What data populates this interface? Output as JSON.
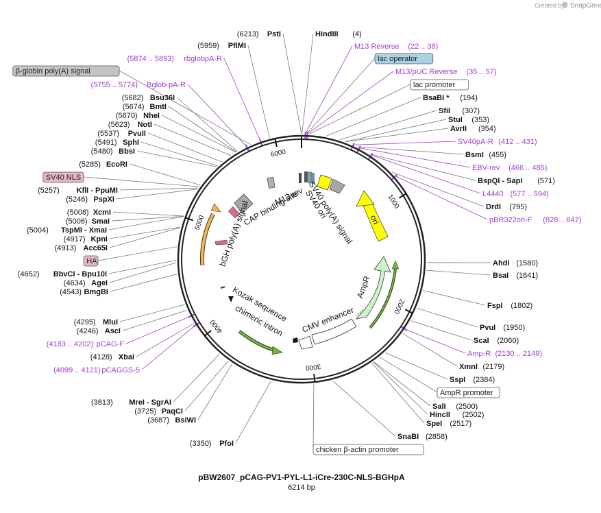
{
  "credit": {
    "prefix": "Created by",
    "brand": "SnapGene"
  },
  "plasmid": {
    "name": "pBW2607_pCAG-PV1-PYL-L1-iCre-230C-NLS-BGHpA",
    "size_label": "6214 bp",
    "length": 6214
  },
  "ticks": [
    {
      "label": "1000",
      "pos": 1000
    },
    {
      "label": "2000",
      "pos": 2000
    },
    {
      "label": "3000",
      "pos": 3000
    },
    {
      "label": "4000",
      "pos": 4000
    },
    {
      "label": "5000",
      "pos": 5000
    },
    {
      "label": "6000",
      "pos": 6000
    }
  ],
  "inner_features": [
    {
      "name": "ori",
      "label": "ori"
    },
    {
      "name": "sv40-polya-signal",
      "label": "SV40 poly(A) signal"
    },
    {
      "name": "sv40-ori",
      "label": "SV40 ori"
    },
    {
      "name": "m13-rev",
      "label": "M13 rev"
    },
    {
      "name": "cap-binding-site",
      "label": "CAP binding site"
    },
    {
      "name": "bgh-polya-signal",
      "label": "bGH poly(A) signal"
    },
    {
      "name": "kozak-sequence",
      "label": "Kozak sequence"
    },
    {
      "name": "chimeric-intron",
      "label": "chimeric intron"
    },
    {
      "name": "cmv-enhancer",
      "label": "CMV enhancer"
    },
    {
      "name": "ampr",
      "label": "AmpR"
    }
  ],
  "labels": [
    {
      "kind": "enzyme",
      "name": "PstI",
      "pos_text": "(6213)",
      "side": "L"
    },
    {
      "kind": "enzyme",
      "name": "HindIII",
      "pos_text": "(4)",
      "side": "R"
    },
    {
      "kind": "primer",
      "name": "M13 Reverse",
      "pos_text": "(22 .. 38)",
      "side": "R"
    },
    {
      "kind": "box",
      "name": "lac operator",
      "pos_text": "",
      "side": "R",
      "fill": "#a9d3e3"
    },
    {
      "kind": "primer",
      "name": "M13/pUC Reverse",
      "pos_text": "(35 .. 57)",
      "side": "R"
    },
    {
      "kind": "box",
      "name": "lac promoter",
      "pos_text": "",
      "side": "R",
      "fill": "#ffffff"
    },
    {
      "kind": "enzyme",
      "name": "BsaBI *",
      "pos_text": "(194)",
      "side": "R"
    },
    {
      "kind": "enzyme",
      "name": "SfiI",
      "pos_text": "(307)",
      "side": "R"
    },
    {
      "kind": "enzyme",
      "name": "StuI",
      "pos_text": "(353)",
      "side": "R"
    },
    {
      "kind": "enzyme",
      "name": "AvrII",
      "pos_text": "(354)",
      "side": "R"
    },
    {
      "kind": "primer",
      "name": "SV40pA-R",
      "pos_text": "(412 .. 431)",
      "side": "R"
    },
    {
      "kind": "enzyme",
      "name": "BsmI",
      "pos_text": "(455)",
      "side": "R"
    },
    {
      "kind": "primer",
      "name": "EBV-rev",
      "pos_text": "(466 .. 485)",
      "side": "R"
    },
    {
      "kind": "enzyme",
      "name": "BspQI - SapI",
      "pos_text": "(571)",
      "side": "R"
    },
    {
      "kind": "primer",
      "name": "L4440",
      "pos_text": "(577 .. 594)",
      "side": "R"
    },
    {
      "kind": "enzyme",
      "name": "DrdI",
      "pos_text": "(795)",
      "side": "R"
    },
    {
      "kind": "primer",
      "name": "pBR322ori-F",
      "pos_text": "(828 .. 847)",
      "side": "R"
    },
    {
      "kind": "enzyme",
      "name": "AhdI",
      "pos_text": "(1580)",
      "side": "R"
    },
    {
      "kind": "enzyme",
      "name": "BsaI",
      "pos_text": "(1641)",
      "side": "R"
    },
    {
      "kind": "enzyme",
      "name": "FspI",
      "pos_text": "(1802)",
      "side": "R"
    },
    {
      "kind": "enzyme",
      "name": "PvuI",
      "pos_text": "(1950)",
      "side": "R"
    },
    {
      "kind": "enzyme",
      "name": "ScaI",
      "pos_text": "(2060)",
      "side": "R"
    },
    {
      "kind": "primer",
      "name": "Amp-R",
      "pos_text": "(2130 .. 2149)",
      "side": "R"
    },
    {
      "kind": "enzyme",
      "name": "XmnI",
      "pos_text": "(2179)",
      "side": "R"
    },
    {
      "kind": "enzyme",
      "name": "SspI",
      "pos_text": "(2384)",
      "side": "R"
    },
    {
      "kind": "box",
      "name": "AmpR promoter",
      "pos_text": "",
      "side": "R",
      "fill": "#ffffff"
    },
    {
      "kind": "enzyme",
      "name": "SalI",
      "pos_text": "(2500)",
      "side": "R"
    },
    {
      "kind": "enzyme",
      "name": "HincII",
      "pos_text": "(2502)",
      "side": "R"
    },
    {
      "kind": "enzyme",
      "name": "SpeI",
      "pos_text": "(2517)",
      "side": "R"
    },
    {
      "kind": "enzyme",
      "name": "SnaBI",
      "pos_text": "(2858)",
      "side": "R"
    },
    {
      "kind": "box",
      "name": "chicken β-actin promoter",
      "pos_text": "",
      "side": "R",
      "fill": "#ffffff"
    },
    {
      "kind": "enzyme",
      "name": "PfoI",
      "pos_text": "(3350)",
      "side": "L"
    },
    {
      "kind": "enzyme",
      "name": "BsiWI",
      "pos_text": "(3687)",
      "side": "L"
    },
    {
      "kind": "enzyme",
      "name": "PaqCI",
      "pos_text": "(3725)",
      "side": "L"
    },
    {
      "kind": "enzyme",
      "name": "MreI - SgrAI",
      "pos_text": "(3813)",
      "side": "L"
    },
    {
      "kind": "primer",
      "name": "pCAGGS-5",
      "pos_text": "(4099 .. 4121)",
      "side": "L"
    },
    {
      "kind": "enzyme",
      "name": "XbaI",
      "pos_text": "(4128)",
      "side": "L"
    },
    {
      "kind": "primer",
      "name": "pCAG-F",
      "pos_text": "(4183 .. 4202)",
      "side": "L"
    },
    {
      "kind": "enzyme",
      "name": "AscI",
      "pos_text": "(4246)",
      "side": "L"
    },
    {
      "kind": "enzyme",
      "name": "MluI",
      "pos_text": "(4295)",
      "side": "L"
    },
    {
      "kind": "enzyme",
      "name": "BmgBI",
      "pos_text": "(4543)",
      "side": "L"
    },
    {
      "kind": "enzyme",
      "name": "AgeI",
      "pos_text": "(4634)",
      "side": "L"
    },
    {
      "kind": "enzyme",
      "name": "BbvCI - Bpu10I",
      "pos_text": "(4652)",
      "side": "L"
    },
    {
      "kind": "box",
      "name": "HA",
      "pos_text": "",
      "side": "L",
      "fill": "#e6b6c6"
    },
    {
      "kind": "enzyme",
      "name": "Acc65I",
      "pos_text": "(4913)",
      "side": "L"
    },
    {
      "kind": "enzyme",
      "name": "KpnI",
      "pos_text": "(4917)",
      "side": "L"
    },
    {
      "kind": "enzyme",
      "name": "TspMI - XmaI",
      "pos_text": "(5004)",
      "side": "L"
    },
    {
      "kind": "enzyme",
      "name": "SmaI",
      "pos_text": "(5006)",
      "side": "L"
    },
    {
      "kind": "enzyme",
      "name": "XcmI",
      "pos_text": "(5008)",
      "side": "L"
    },
    {
      "kind": "enzyme",
      "name": "PspXI",
      "pos_text": "(5246)",
      "side": "L"
    },
    {
      "kind": "enzyme",
      "name": "KflI - PpuMI",
      "pos_text": "(5257)",
      "side": "L"
    },
    {
      "kind": "box",
      "name": "SV40 NLS",
      "pos_text": "",
      "side": "L",
      "fill": "#e6b6c6"
    },
    {
      "kind": "enzyme",
      "name": "EcoRI",
      "pos_text": "(5285)",
      "side": "L"
    },
    {
      "kind": "enzyme",
      "name": "BbsI",
      "pos_text": "(5480)",
      "side": "L"
    },
    {
      "kind": "enzyme",
      "name": "SphI",
      "pos_text": "(5491)",
      "side": "L"
    },
    {
      "kind": "enzyme",
      "name": "PvuII",
      "pos_text": "(5537)",
      "side": "L"
    },
    {
      "kind": "enzyme",
      "name": "NotI",
      "pos_text": "(5623)",
      "side": "L"
    },
    {
      "kind": "enzyme",
      "name": "NheI",
      "pos_text": "(5670)",
      "side": "L"
    },
    {
      "kind": "enzyme",
      "name": "BmtI",
      "pos_text": "(5674)",
      "side": "L"
    },
    {
      "kind": "enzyme",
      "name": "Bsu36I",
      "pos_text": "(5682)",
      "side": "L"
    },
    {
      "kind": "primer",
      "name": "Bglob-pA-R",
      "pos_text": "(5755 .. 5774)",
      "side": "L"
    },
    {
      "kind": "box",
      "name": "β-globin poly(A) signal",
      "pos_text": "",
      "side": "L",
      "fill": "#c4c4c4"
    },
    {
      "kind": "primer",
      "name": "rbglobpA-R",
      "pos_text": "(5874 .. 5893)",
      "side": "L"
    },
    {
      "kind": "enzyme",
      "name": "PflMI",
      "pos_text": "(5959)",
      "side": "L"
    }
  ]
}
